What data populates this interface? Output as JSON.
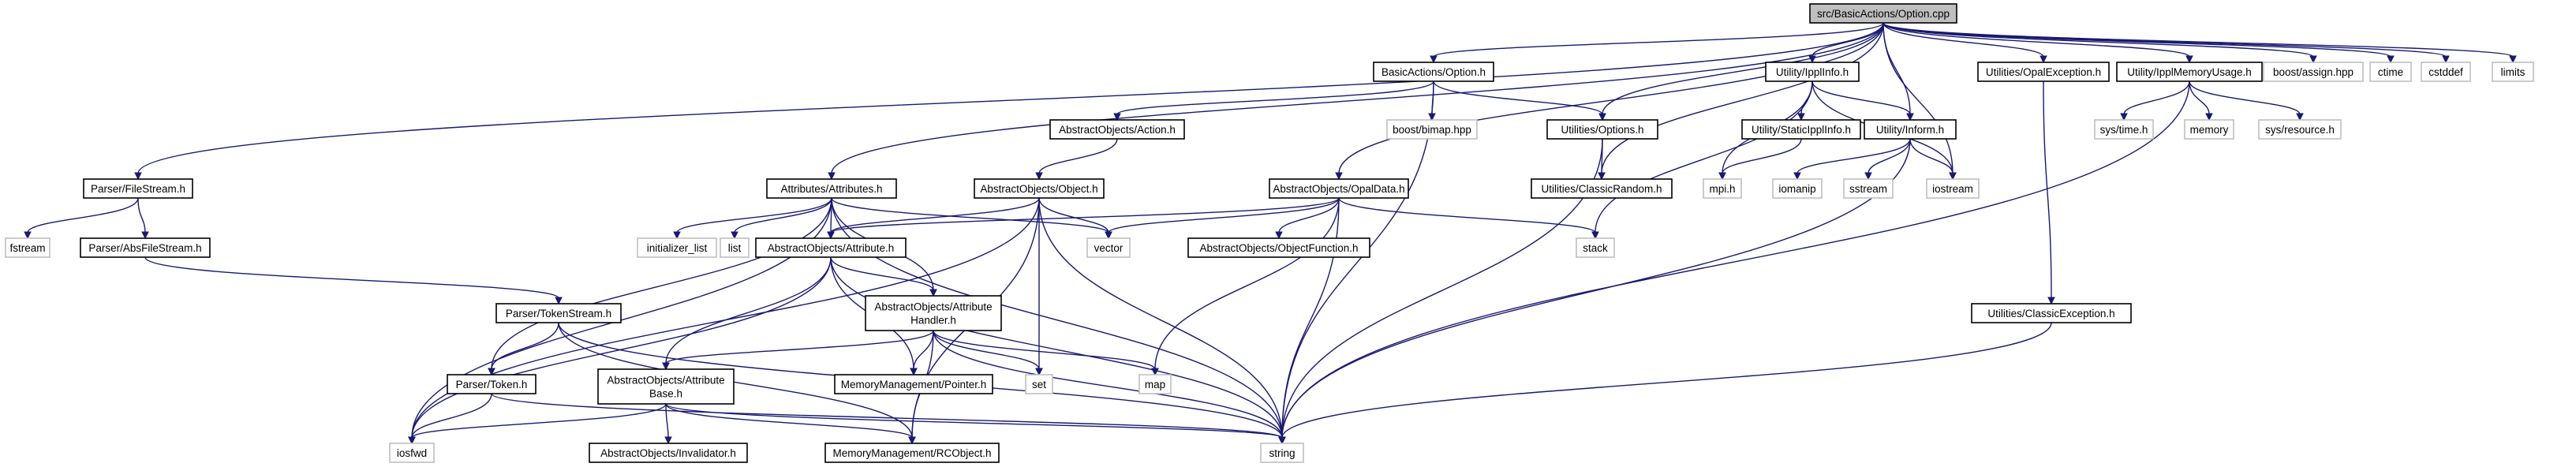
{
  "graph": {
    "nodes": [
      {
        "id": "root",
        "lines": [
          "src/BasicActions/Option.cpp"
        ],
        "kind": "root"
      },
      {
        "id": "option_h",
        "lines": [
          "BasicActions/Option.h"
        ],
        "kind": "inc"
      },
      {
        "id": "ippl_info",
        "lines": [
          "Utility/IpplInfo.h"
        ],
        "kind": "inc"
      },
      {
        "id": "opal_exc",
        "lines": [
          "Utilities/OpalException.h"
        ],
        "kind": "inc"
      },
      {
        "id": "ippl_mem",
        "lines": [
          "Utility/IpplMemoryUsage.h"
        ],
        "kind": "inc"
      },
      {
        "id": "boost_assign",
        "lines": [
          "boost/assign.hpp"
        ],
        "kind": "ext"
      },
      {
        "id": "ctime",
        "lines": [
          "ctime"
        ],
        "kind": "ext"
      },
      {
        "id": "cstddef",
        "lines": [
          "cstddef"
        ],
        "kind": "ext"
      },
      {
        "id": "limits",
        "lines": [
          "limits"
        ],
        "kind": "ext"
      },
      {
        "id": "action_h",
        "lines": [
          "AbstractObjects/Action.h"
        ],
        "kind": "inc"
      },
      {
        "id": "boost_bimap",
        "lines": [
          "boost/bimap.hpp"
        ],
        "kind": "ext"
      },
      {
        "id": "options_h",
        "lines": [
          "Utilities/Options.h"
        ],
        "kind": "inc"
      },
      {
        "id": "static_ippl",
        "lines": [
          "Utility/StaticIpplInfo.h"
        ],
        "kind": "inc"
      },
      {
        "id": "inform_h",
        "lines": [
          "Utility/Inform.h"
        ],
        "kind": "inc"
      },
      {
        "id": "sys_time",
        "lines": [
          "sys/time.h"
        ],
        "kind": "ext"
      },
      {
        "id": "memory",
        "lines": [
          "memory"
        ],
        "kind": "ext"
      },
      {
        "id": "sys_resource",
        "lines": [
          "sys/resource.h"
        ],
        "kind": "ext"
      },
      {
        "id": "filestream",
        "lines": [
          "Parser/FileStream.h"
        ],
        "kind": "inc"
      },
      {
        "id": "attributes_h",
        "lines": [
          "Attributes/Attributes.h"
        ],
        "kind": "inc"
      },
      {
        "id": "object_h",
        "lines": [
          "AbstractObjects/Object.h"
        ],
        "kind": "inc"
      },
      {
        "id": "opaldata_h",
        "lines": [
          "AbstractObjects/OpalData.h"
        ],
        "kind": "inc"
      },
      {
        "id": "classic_random",
        "lines": [
          "Utilities/ClassicRandom.h"
        ],
        "kind": "inc"
      },
      {
        "id": "mpi_h",
        "lines": [
          "mpi.h"
        ],
        "kind": "ext"
      },
      {
        "id": "iomanip",
        "lines": [
          "iomanip"
        ],
        "kind": "ext"
      },
      {
        "id": "sstream",
        "lines": [
          "sstream"
        ],
        "kind": "ext"
      },
      {
        "id": "iostream",
        "lines": [
          "iostream"
        ],
        "kind": "ext"
      },
      {
        "id": "fstream",
        "lines": [
          "fstream"
        ],
        "kind": "ext"
      },
      {
        "id": "absfilestream",
        "lines": [
          "Parser/AbsFileStream.h"
        ],
        "kind": "inc"
      },
      {
        "id": "init_list",
        "lines": [
          "initializer_list"
        ],
        "kind": "ext"
      },
      {
        "id": "list",
        "lines": [
          "list"
        ],
        "kind": "ext"
      },
      {
        "id": "vector",
        "lines": [
          "vector"
        ],
        "kind": "ext"
      },
      {
        "id": "attribute_h",
        "lines": [
          "AbstractObjects/Attribute.h"
        ],
        "kind": "inc"
      },
      {
        "id": "objfunc_h",
        "lines": [
          "AbstractObjects/ObjectFunction.h"
        ],
        "kind": "inc"
      },
      {
        "id": "stack",
        "lines": [
          "stack"
        ],
        "kind": "ext"
      },
      {
        "id": "classic_exc",
        "lines": [
          "Utilities/ClassicException.h"
        ],
        "kind": "inc"
      },
      {
        "id": "tokenstream",
        "lines": [
          "Parser/TokenStream.h"
        ],
        "kind": "inc"
      },
      {
        "id": "attr_handler",
        "lines": [
          "AbstractObjects/Attribute",
          "Handler.h"
        ],
        "kind": "inc"
      },
      {
        "id": "token_h",
        "lines": [
          "Parser/Token.h"
        ],
        "kind": "inc"
      },
      {
        "id": "attr_base",
        "lines": [
          "AbstractObjects/Attribute",
          "Base.h"
        ],
        "kind": "inc"
      },
      {
        "id": "pointer_h",
        "lines": [
          "MemoryManagement/Pointer.h"
        ],
        "kind": "inc"
      },
      {
        "id": "set",
        "lines": [
          "set"
        ],
        "kind": "ext"
      },
      {
        "id": "map",
        "lines": [
          "map"
        ],
        "kind": "ext"
      },
      {
        "id": "iosfwd",
        "lines": [
          "iosfwd"
        ],
        "kind": "ext"
      },
      {
        "id": "invalidator",
        "lines": [
          "AbstractObjects/Invalidator.h"
        ],
        "kind": "inc"
      },
      {
        "id": "rcobject",
        "lines": [
          "MemoryManagement/RCObject.h"
        ],
        "kind": "inc"
      },
      {
        "id": "string",
        "lines": [
          "string"
        ],
        "kind": "ext"
      }
    ],
    "edges": [
      [
        "root",
        "option_h"
      ],
      [
        "root",
        "ippl_info"
      ],
      [
        "root",
        "opal_exc"
      ],
      [
        "root",
        "ippl_mem"
      ],
      [
        "root",
        "boost_assign"
      ],
      [
        "root",
        "ctime"
      ],
      [
        "root",
        "cstddef"
      ],
      [
        "root",
        "limits"
      ],
      [
        "root",
        "options_h"
      ],
      [
        "root",
        "inform_h"
      ],
      [
        "root",
        "iostream"
      ],
      [
        "root",
        "classic_random"
      ],
      [
        "root",
        "filestream"
      ],
      [
        "root",
        "attributes_h"
      ],
      [
        "root",
        "opaldata_h"
      ],
      [
        "option_h",
        "action_h"
      ],
      [
        "option_h",
        "boost_bimap"
      ],
      [
        "option_h",
        "options_h"
      ],
      [
        "option_h",
        "string"
      ],
      [
        "ippl_info",
        "static_ippl"
      ],
      [
        "ippl_info",
        "inform_h"
      ],
      [
        "ippl_info",
        "mpi_h"
      ],
      [
        "ippl_info",
        "iostream"
      ],
      [
        "ippl_info",
        "stack"
      ],
      [
        "opal_exc",
        "classic_exc"
      ],
      [
        "ippl_mem",
        "sys_time"
      ],
      [
        "ippl_mem",
        "memory"
      ],
      [
        "ippl_mem",
        "sys_resource"
      ],
      [
        "ippl_mem",
        "string"
      ],
      [
        "action_h",
        "object_h"
      ],
      [
        "options_h",
        "classic_random"
      ],
      [
        "options_h",
        "string"
      ],
      [
        "static_ippl",
        "mpi_h"
      ],
      [
        "inform_h",
        "iomanip"
      ],
      [
        "inform_h",
        "sstream"
      ],
      [
        "inform_h",
        "iostream"
      ],
      [
        "inform_h",
        "string"
      ],
      [
        "filestream",
        "fstream"
      ],
      [
        "filestream",
        "absfilestream"
      ],
      [
        "absfilestream",
        "tokenstream"
      ],
      [
        "attributes_h",
        "init_list"
      ],
      [
        "attributes_h",
        "list"
      ],
      [
        "attributes_h",
        "vector"
      ],
      [
        "attributes_h",
        "attribute_h"
      ],
      [
        "attributes_h",
        "iosfwd"
      ],
      [
        "attributes_h",
        "string"
      ],
      [
        "attributes_h",
        "token_h"
      ],
      [
        "attributes_h",
        "attr_handler"
      ],
      [
        "object_h",
        "attribute_h"
      ],
      [
        "object_h",
        "vector"
      ],
      [
        "object_h",
        "set"
      ],
      [
        "object_h",
        "rcobject"
      ],
      [
        "object_h",
        "string"
      ],
      [
        "object_h",
        "iosfwd"
      ],
      [
        "opaldata_h",
        "vector"
      ],
      [
        "opaldata_h",
        "objfunc_h"
      ],
      [
        "opaldata_h",
        "stack"
      ],
      [
        "opaldata_h",
        "map"
      ],
      [
        "opaldata_h",
        "string"
      ],
      [
        "opaldata_h",
        "attribute_h"
      ],
      [
        "attribute_h",
        "attr_handler"
      ],
      [
        "attribute_h",
        "attr_base"
      ],
      [
        "attribute_h",
        "pointer_h"
      ],
      [
        "attribute_h",
        "iosfwd"
      ],
      [
        "attribute_h",
        "string"
      ],
      [
        "classic_exc",
        "string"
      ],
      [
        "tokenstream",
        "token_h"
      ],
      [
        "tokenstream",
        "rcobject"
      ],
      [
        "tokenstream",
        "string"
      ],
      [
        "attr_handler",
        "attr_base"
      ],
      [
        "attr_handler",
        "pointer_h"
      ],
      [
        "attr_handler",
        "set"
      ],
      [
        "attr_handler",
        "map"
      ],
      [
        "attr_handler",
        "rcobject"
      ],
      [
        "attr_handler",
        "string"
      ],
      [
        "token_h",
        "iosfwd"
      ],
      [
        "token_h",
        "string"
      ],
      [
        "attr_base",
        "invalidator"
      ],
      [
        "attr_base",
        "rcobject"
      ],
      [
        "attr_base",
        "iosfwd"
      ],
      [
        "attr_base",
        "string"
      ]
    ]
  }
}
